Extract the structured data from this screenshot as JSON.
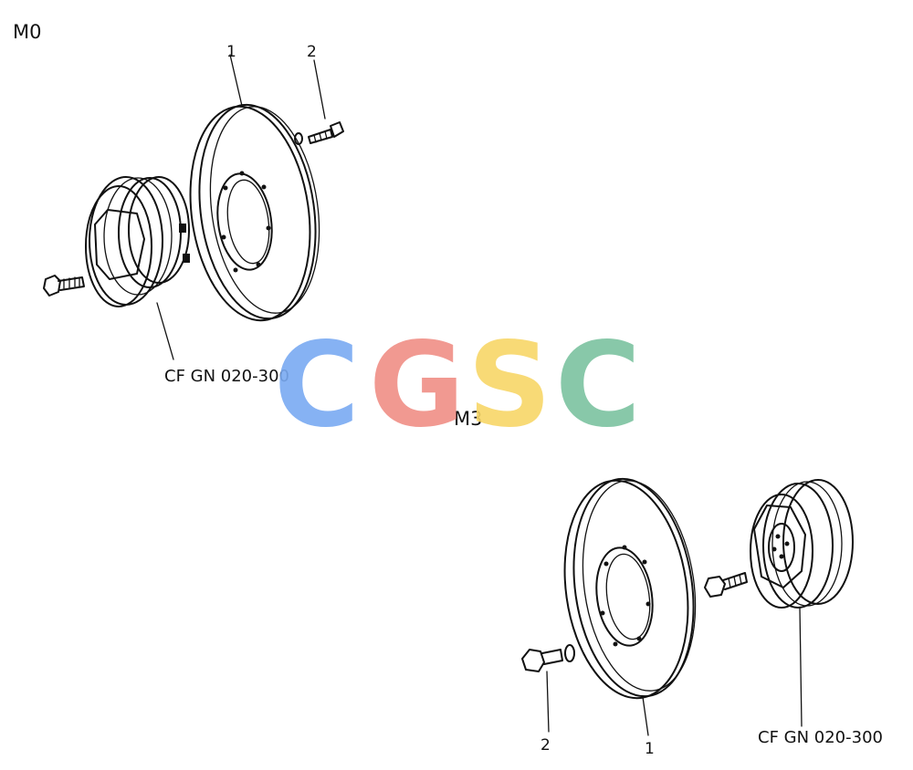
{
  "views": [
    {
      "title": "M0",
      "callouts": {
        "disc": "1",
        "bolt": "2",
        "pulley": "CF GN 020-300"
      }
    },
    {
      "title": "M3",
      "callouts": {
        "disc": "1",
        "bolt": "2",
        "pulley": "CF GN 020-300"
      }
    }
  ],
  "watermark": {
    "letters": [
      "C",
      "G",
      "S",
      "C"
    ],
    "colors": [
      "#7aaaf2",
      "#f08e86",
      "#f8d768",
      "#7cc3a0"
    ]
  }
}
